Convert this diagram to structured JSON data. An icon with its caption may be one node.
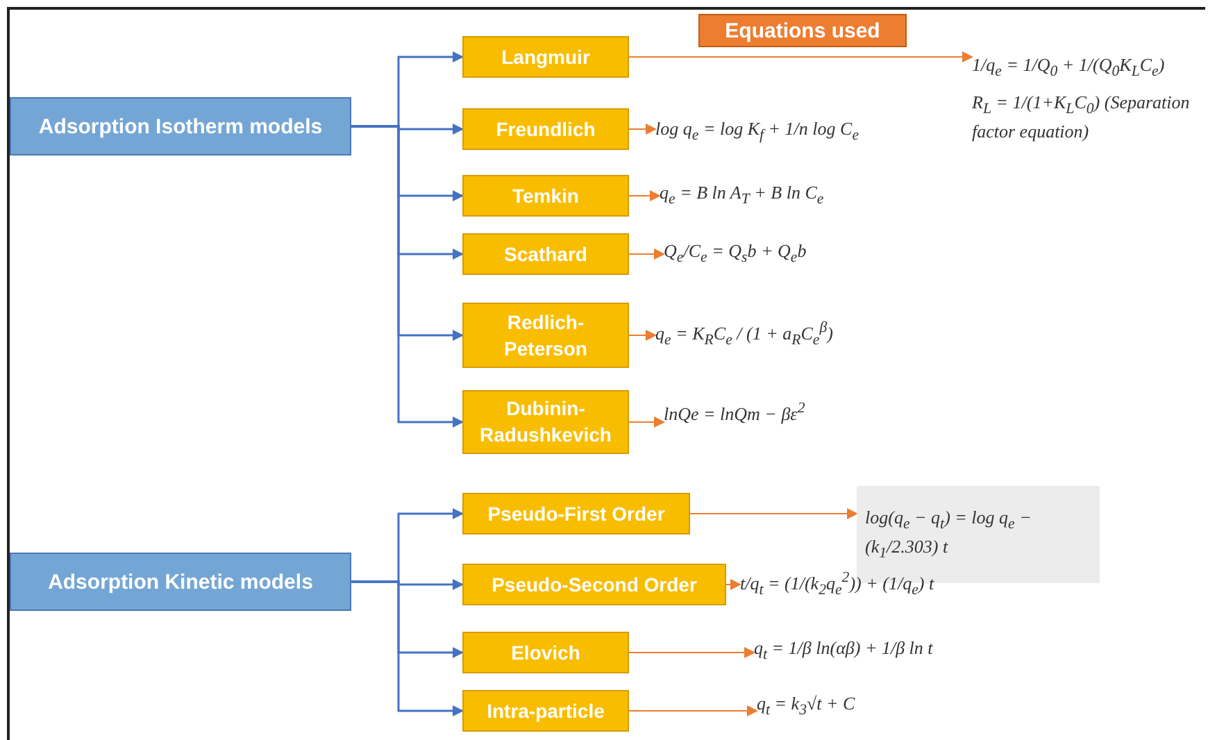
{
  "diagram": {
    "nodes": [
      {
        "text": [
          "Adsorption Isotherm models"
        ]
      },
      {
        "text": [
          "Langmuir"
        ]
      },
      {
        "text": [
          "Freundlich"
        ]
      },
      {
        "text": [
          "Temkin"
        ]
      },
      {
        "text": [
          "Scathard"
        ]
      },
      {
        "text": [
          "Redlich-Peterson"
        ]
      },
      {
        "text": [
          "Dubinin-Radushkevich"
        ]
      },
      {
        "text": [
          "Adsorption Kinetic models"
        ]
      },
      {
        "text": [
          "Pseudo-First Order"
        ]
      },
      {
        "text": [
          "Pseudo-Second Order"
        ]
      },
      {
        "text": [
          "Elovich"
        ]
      },
      {
        "text": [
          "Intra-particle"
        ]
      },
      {
        "text": [
          "Equations used"
        ]
      },
      {
        "text": [
          "1/q$_{e}$ = 1/Q$_{0}$ + 1/(Q$_{0}$K$_{L}$C$_{e}$)",
          "R$_{L}$ = 1/(1+K$_{L}$C$_{0}$) (Separation factor equation)"
        ]
      },
      {
        "text": [
          "log q$_{e}$ = log K$_{f}$ + 1/n log C$_{e}$"
        ]
      },
      {
        "text": [
          "q$_{e}$ = B ln A$_{T}$ + B ln C$_{e}$"
        ]
      },
      {
        "text": [
          "Q$_{e}$/C$_{e}$ = Q$_{s}$b + Q$_{e}$b"
        ]
      },
      {
        "text": [
          "q$_{e}$ = K$_{R}$C$_{e}$ / (1 + a$_{R}$C$_{e}$$^{β}$)"
        ]
      },
      {
        "text": [
          "lnQe = lnQm − βε$^{2}$"
        ]
      },
      {
        "text": [
          "log(q$_{e}$ − q$_{t}$) = log q$_{e}$ − (k$_{1}$/2.303) t"
        ]
      },
      {
        "text": [
          "t/q$_{t}$ = (1/(k$_{2}$q$_{e}$$^{2}$)) + (1/q$_{e}$) t"
        ]
      },
      {
        "text": [
          "q$_{t}$ = 1/β ln(αβ) + 1/β ln t"
        ]
      },
      {
        "text": [
          "q$_{t}$ = k$_{3}$√t + C"
        ]
      }
    ],
    "edges": [
      {
        "from": 0,
        "to": 1,
        "arrow": "to"
      },
      {
        "from": 0,
        "to": 2,
        "arrow": "to"
      },
      {
        "from": 0,
        "to": 3,
        "arrow": "to"
      },
      {
        "from": 0,
        "to": 4,
        "arrow": "to"
      },
      {
        "from": 0,
        "to": 5,
        "arrow": "to"
      },
      {
        "from": 0,
        "to": 6,
        "arrow": "to"
      },
      {
        "from": 7,
        "to": 8,
        "arrow": "to"
      },
      {
        "from": 7,
        "to": 9,
        "arrow": "to"
      },
      {
        "from": 7,
        "to": 10,
        "arrow": "to"
      },
      {
        "from": 7,
        "to": 11,
        "arrow": "to"
      },
      {
        "from": 1,
        "to": 13,
        "arrow": "to",
        "color": "#ed7d31"
      },
      {
        "from": 2,
        "to": 14,
        "arrow": "to",
        "color": "#ed7d31"
      },
      {
        "from": 3,
        "to": 15,
        "arrow": "to",
        "color": "#ed7d31"
      },
      {
        "from": 4,
        "to": 16,
        "arrow": "to",
        "color": "#ed7d31"
      },
      {
        "from": 5,
        "to": 17,
        "arrow": "to",
        "color": "#ed7d31"
      },
      {
        "from": 6,
        "to": 18,
        "arrow": "to",
        "color": "#ed7d31"
      },
      {
        "from": 8,
        "to": 19,
        "arrow": "to",
        "color": "#ed7d31"
      },
      {
        "from": 9,
        "to": 20,
        "arrow": "to",
        "color": "#ed7d31"
      },
      {
        "from": 10,
        "to": 21,
        "arrow": "to",
        "color": "#ed7d31"
      },
      {
        "from": 11,
        "to": 22,
        "arrow": "to",
        "color": "#ed7d31"
      }
    ]
  }
}
